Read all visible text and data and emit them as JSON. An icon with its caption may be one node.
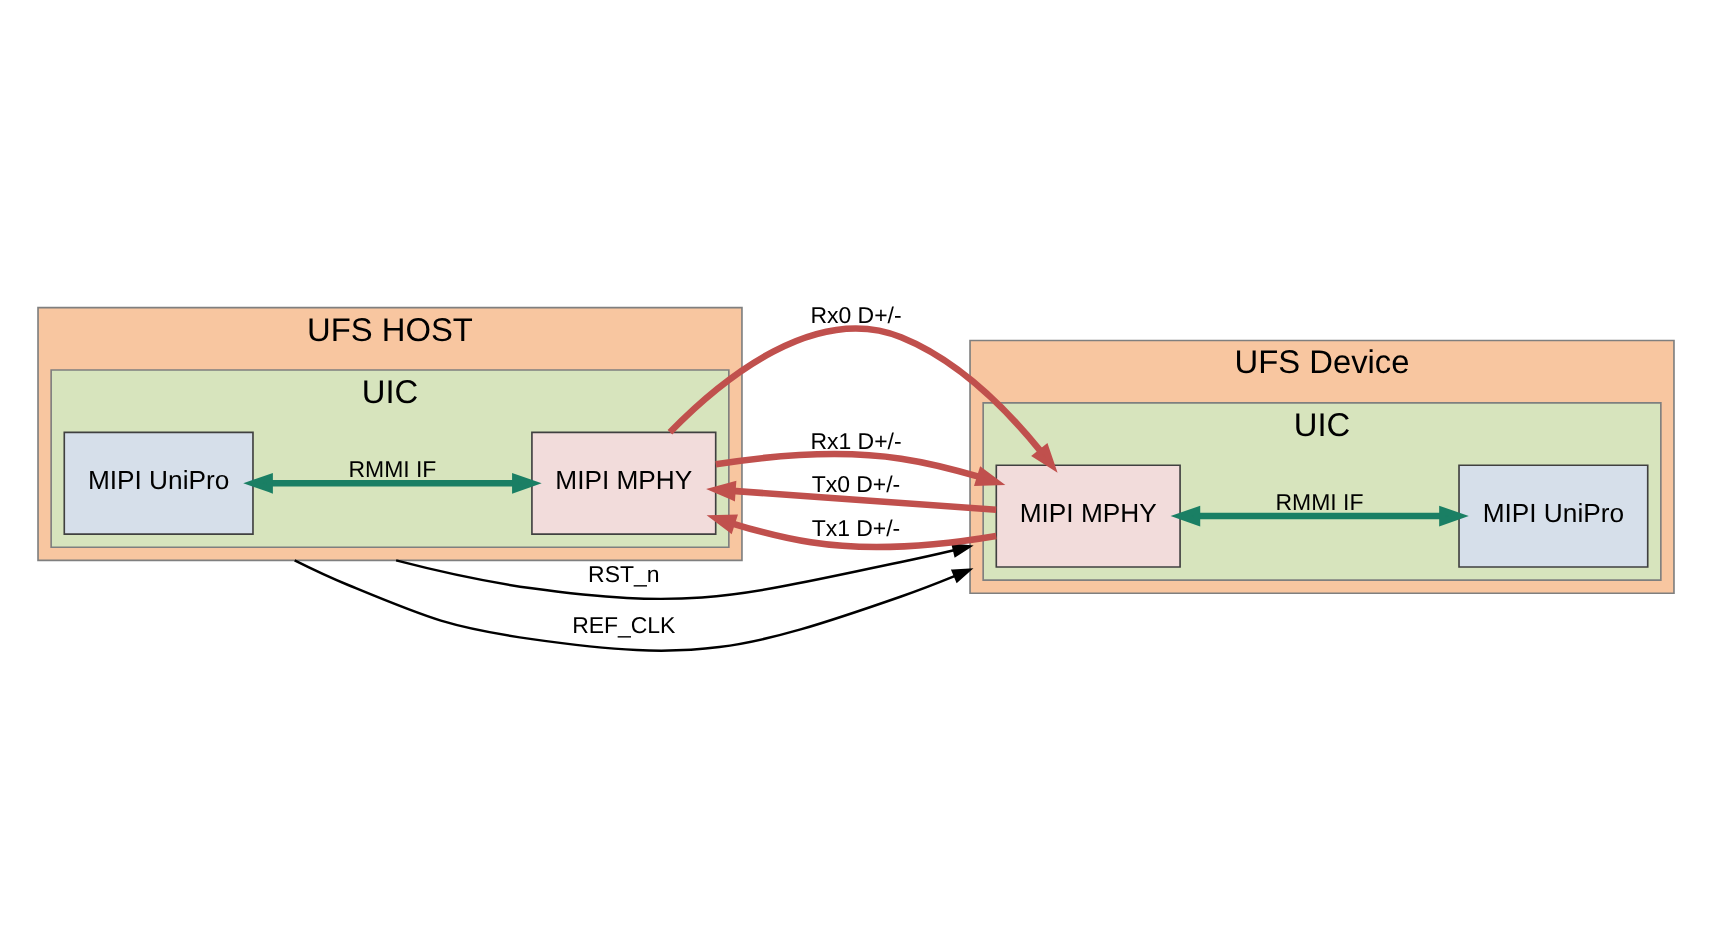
{
  "diagram": {
    "nodes": [
      {
        "text": [
          "UFS HOST"
        ]
      },
      {
        "text": [
          "UIC"
        ],
        "in": 0
      },
      {
        "text": [
          "MIPI UniPro"
        ],
        "in": 1
      },
      {
        "text": [
          "MIPI MPHY"
        ],
        "in": 1
      },
      {
        "text": [
          "UFS Device"
        ]
      },
      {
        "text": [
          "UIC"
        ],
        "in": 4
      },
      {
        "text": [
          "MIPI MPHY"
        ],
        "in": 5
      },
      {
        "text": [
          "MIPI UniPro"
        ],
        "in": 5
      }
    ],
    "edges": [
      {
        "from": 0,
        "to": 4,
        "arrow": "to",
        "label": "RST_n",
        "color": "#000000"
      },
      {
        "from": 0,
        "to": 4,
        "arrow": "to",
        "label": "REF_CLK",
        "color": "#000000"
      },
      {
        "from": 6,
        "to": 3,
        "arrow": "to",
        "label": "Tx0 D+/-"
      },
      {
        "from": 3,
        "to": 6,
        "arrow": "to",
        "label": "Rx0 D+/-"
      },
      {
        "from": 6,
        "to": 3,
        "arrow": "to",
        "label": "Tx1 D+/-"
      },
      {
        "from": 3,
        "to": 6,
        "arrow": "to",
        "label": "Rx1 D+/-"
      },
      {
        "from": 2,
        "to": 3,
        "arrow": "both",
        "label": "RMMI IF",
        "color": "#1a7f64"
      },
      {
        "from": 6,
        "to": 7,
        "arrow": "both",
        "label": "RMMI IF",
        "color": "#1a7f64"
      }
    ]
  }
}
